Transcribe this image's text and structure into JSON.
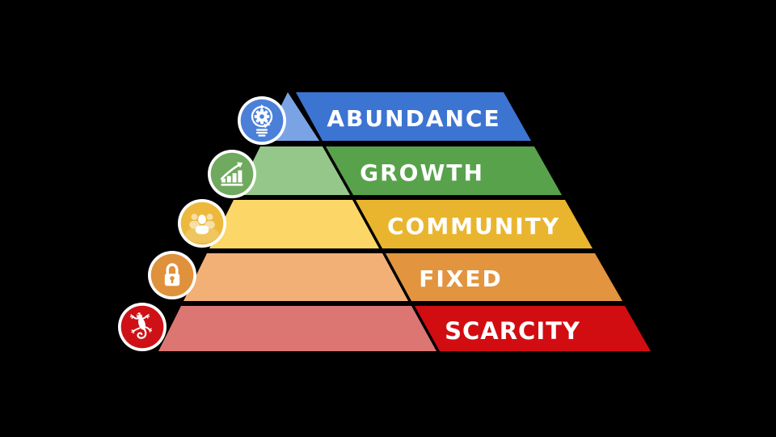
{
  "background_color": "#000000",
  "label_color": "#ffffff",
  "pyramid": {
    "description": "Five-level mindset pyramid from scarcity (bottom) to abundance (top)",
    "layers": [
      {
        "label": "ABUNDANCE",
        "light_color": "#7aa3e6",
        "dark_color": "#3c74d2",
        "icon": "innovation-icon",
        "icon_color": "#4a80d8"
      },
      {
        "label": "GROWTH",
        "light_color": "#95c78a",
        "dark_color": "#58a24c",
        "icon": "growth-chart-icon",
        "icon_color": "#6faa5e"
      },
      {
        "label": "COMMUNITY",
        "light_color": "#fcd768",
        "dark_color": "#eab52e",
        "icon": "community-people-icon",
        "icon_color": "#ecb93d"
      },
      {
        "label": "FIXED",
        "light_color": "#f2b077",
        "dark_color": "#e2943e",
        "icon": "lock-icon",
        "icon_color": "#e0913c"
      },
      {
        "label": "SCARCITY",
        "light_color": "#dc7672",
        "dark_color": "#d20d12",
        "icon": "gecko-icon",
        "icon_color": "#ce1116"
      }
    ]
  }
}
